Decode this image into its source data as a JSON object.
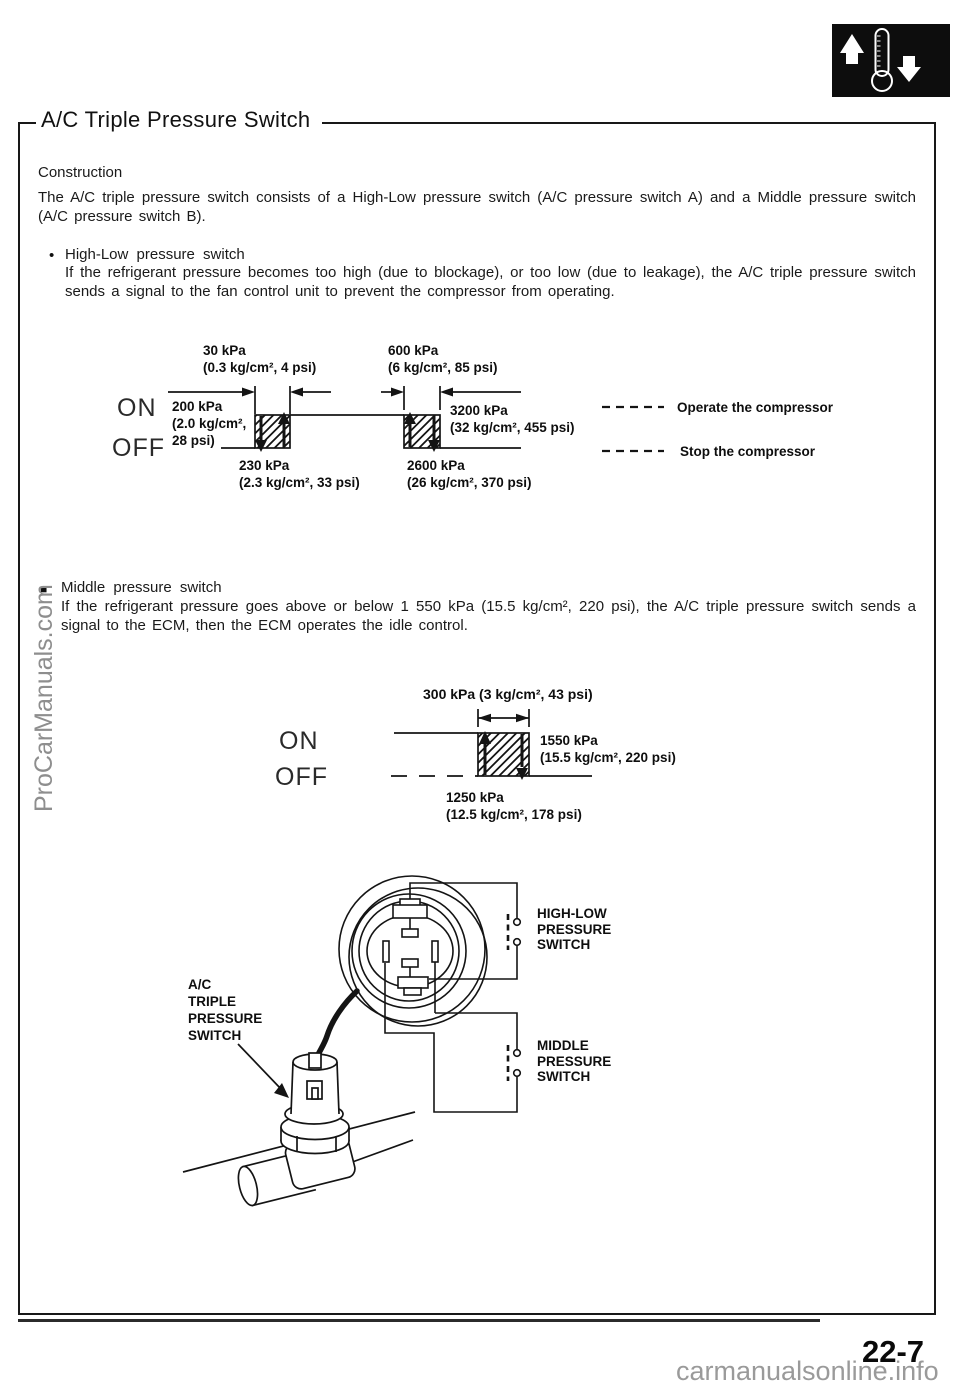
{
  "page": {
    "title": "A/C Triple Pressure Switch",
    "page_number": "22-7",
    "watermark_side": "ProCarManuals.com",
    "watermark_bottom": "carmanualsonline.info"
  },
  "icons": {
    "section_icon": "thermometer-with-up-down-arrows"
  },
  "construction": {
    "heading": "Construction",
    "body": "The A/C triple pressure switch consists of a High-Low pressure switch (A/C pressure switch A) and a Middle pressure switch (A/C pressure switch B).",
    "bullets": [
      {
        "marker": "•",
        "title": "High-Low pressure switch",
        "body": "If the refrigerant pressure becomes too high (due to blockage), or too low (due to leakage), the A/C triple pressure switch sends a signal to the fan control unit to prevent the compressor from operating."
      },
      {
        "marker": "■",
        "title": "Middle pressure switch",
        "body": "If the refrigerant pressure goes above or below 1 550 kPa (15.5 kg/cm², 220 psi), the A/C triple pressure switch sends a signal to the ECM, then the ECM operates the idle control."
      }
    ]
  },
  "high_low_diagram": {
    "on": "ON",
    "off": "OFF",
    "low_width_1": "30 kPa",
    "low_width_2": "(0.3 kg/cm², 4 psi)",
    "high_width_1": "600 kPa",
    "high_width_2": "(6 kg/cm², 85 psi)",
    "low_off_1": "200 kPa",
    "low_off_2": "(2.0 kg/cm²,",
    "low_off_3": "28 psi)",
    "low_on_1": "230 kPa",
    "low_on_2": "(2.3 kg/cm², 33 psi)",
    "high_off_1": "3200 kPa",
    "high_off_2": "(32 kg/cm², 455 psi)",
    "high_on_1": "2600 kPa",
    "high_on_2": "(26 kg/cm², 370 psi)",
    "legend_operate": "Operate the compressor",
    "legend_stop": "Stop the compressor"
  },
  "middle_diagram": {
    "on": "ON",
    "off": "OFF",
    "width": "300 kPa (3 kg/cm², 43 psi)",
    "upper_1": "1550 kPa",
    "upper_2": "(15.5 kg/cm², 220 psi)",
    "lower_1": "1250 kPa",
    "lower_2": "(12.5 kg/cm², 178 psi)"
  },
  "connector_diagram": {
    "switch_1": "A/C",
    "switch_2": "TRIPLE",
    "switch_3": "PRESSURE",
    "switch_4": "SWITCH",
    "hl_1": "HIGH-LOW",
    "hl_2": "PRESSURE",
    "hl_3": "SWITCH",
    "mid_1": "MIDDLE",
    "mid_2": "PRESSURE",
    "mid_3": "SWITCH"
  }
}
